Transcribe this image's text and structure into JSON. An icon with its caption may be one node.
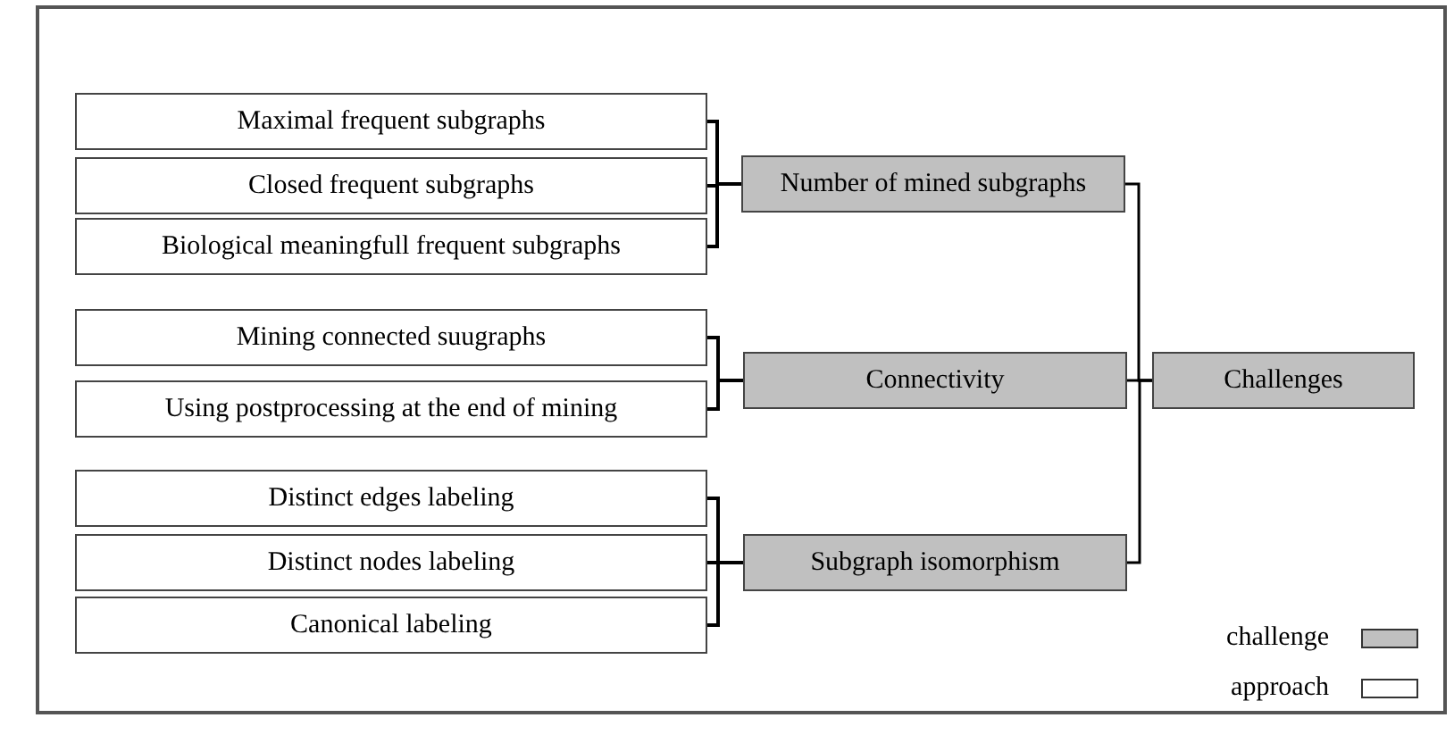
{
  "diagram": {
    "nodes": [
      {
        "text": [
          "Maximal frequent subgraphs"
        ]
      },
      {
        "text": [
          "Closed frequent subgraphs"
        ]
      },
      {
        "text": [
          "Biological meaningfull frequent subgraphs"
        ]
      },
      {
        "text": [
          "Number of mined subgraphs"
        ]
      },
      {
        "text": [
          "Mining connected suugraphs"
        ]
      },
      {
        "text": [
          "Using postprocessing at the end of mining"
        ]
      },
      {
        "text": [
          "Connectivity"
        ]
      },
      {
        "text": [
          "Distinct edges labeling"
        ]
      },
      {
        "text": [
          "Distinct nodes labeling"
        ]
      },
      {
        "text": [
          "Canonical labeling"
        ]
      },
      {
        "text": [
          "Subgraph isomorphism"
        ]
      },
      {
        "text": [
          "Challenges"
        ]
      }
    ],
    "edges": [
      {
        "from": 0,
        "to": 3,
        "arrow": "none"
      },
      {
        "from": 1,
        "to": 3,
        "arrow": "none"
      },
      {
        "from": 2,
        "to": 3,
        "arrow": "none"
      },
      {
        "from": 4,
        "to": 6,
        "arrow": "none"
      },
      {
        "from": 5,
        "to": 6,
        "arrow": "none"
      },
      {
        "from": 7,
        "to": 10,
        "arrow": "none"
      },
      {
        "from": 8,
        "to": 10,
        "arrow": "none"
      },
      {
        "from": 9,
        "to": 10,
        "arrow": "none"
      },
      {
        "from": 3,
        "to": 11,
        "arrow": "none"
      },
      {
        "from": 6,
        "to": 11,
        "arrow": "none"
      },
      {
        "from": 10,
        "to": 11,
        "arrow": "none"
      }
    ],
    "legend": [
      {
        "text": "challenge",
        "color": "#c0c0c0"
      },
      {
        "text": "approach",
        "color": "#ffffff"
      }
    ]
  }
}
